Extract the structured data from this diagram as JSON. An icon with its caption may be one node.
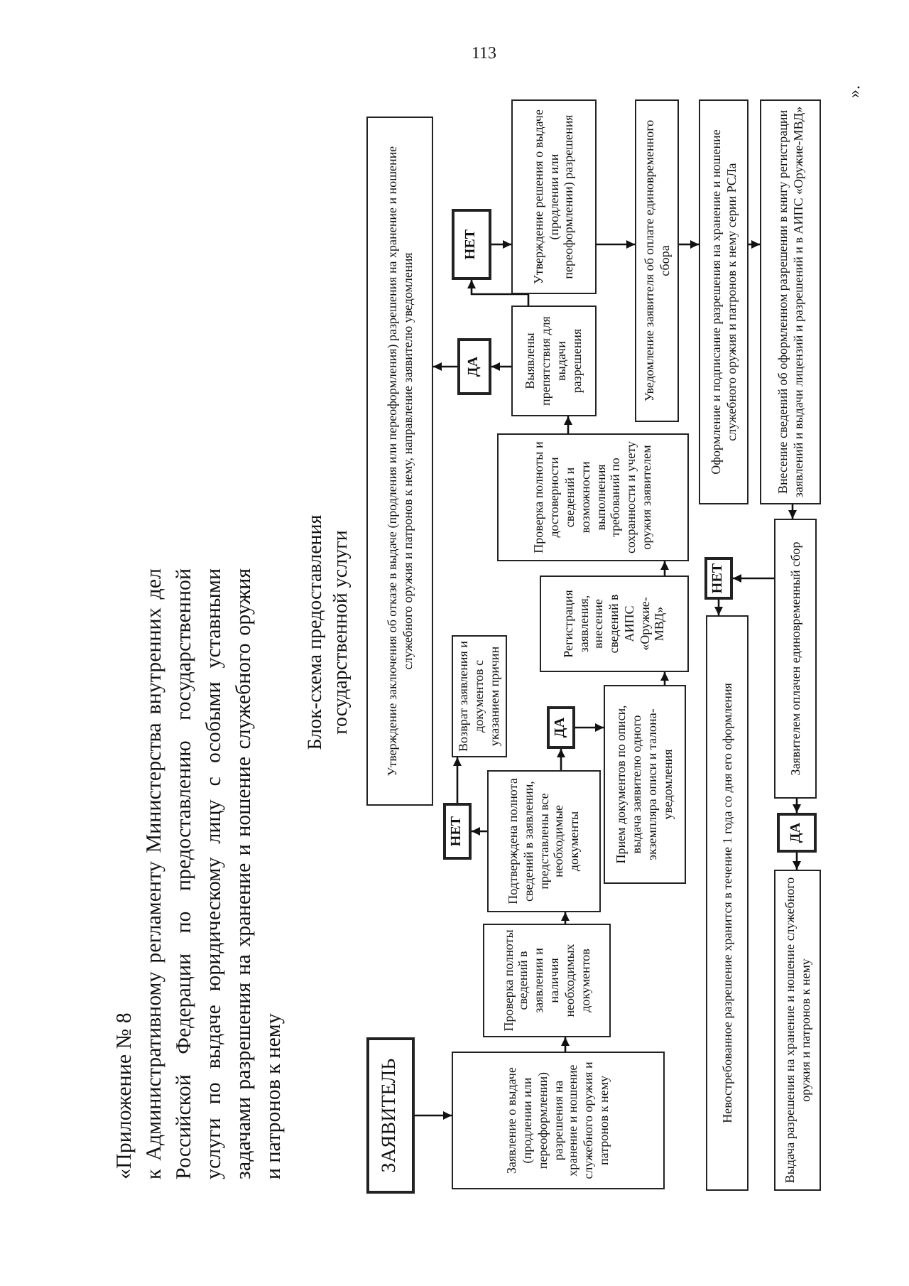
{
  "diagram": {
    "title": "Блок-схема предоставления государственной услуги",
    "nodes": [
      {
        "text": [
          "ЗАЯВИТЕЛЬ"
        ]
      },
      {
        "text": [
          "Заявление о выдаче (продлении или переоформлении) разрешения на хранение и ношение служебного оружия и патронов к нему"
        ]
      },
      {
        "text": [
          "Проверка полноты сведений в заявлении и наличия необходимых документов"
        ]
      },
      {
        "text": [
          "Подтверждена полнота сведений в заявлении, представлены все необходимые документы"
        ]
      },
      {
        "text": [
          "НЕТ"
        ]
      },
      {
        "text": [
          "Возврат заявления и документов с указанием причин"
        ]
      },
      {
        "text": [
          "ДА"
        ]
      },
      {
        "text": [
          "Прием документов по описи, выдача заявителю одного экземпляра описи и талона-уведомления"
        ]
      },
      {
        "text": [
          "Регистрация заявления, внесение сведений в АИПС «Оружие-МВД»"
        ]
      },
      {
        "text": [
          "Проверка полноты и достоверности сведений и возможности выполнения требований по сохранности и учету оружия заявителем"
        ]
      },
      {
        "text": [
          "Выявлены препятствия для выдачи разрешения"
        ]
      },
      {
        "text": [
          "ДА"
        ]
      },
      {
        "text": [
          "НЕТ"
        ]
      },
      {
        "text": [
          "Утверждение заключения об отказе в выдаче (продления или переоформления) разрешения на хранение и ношение служебного оружия и патронов к нему, направление заявителю уведомления"
        ]
      },
      {
        "text": [
          "Утверждение решения о выдаче (продлении или переоформлении) разрешения"
        ]
      },
      {
        "text": [
          "Уведомление заявителя об оплате единовременного сбора"
        ]
      },
      {
        "text": [
          "Оформление и подписание разрешения на хранение и ношение служебного оружия и патронов к нему серии РСЛа"
        ]
      },
      {
        "text": [
          "Внесение сведений об оформленном разрешении в книгу регистрации заявлений и выдачи лицензий и разрешений и в АИПС «Оружие-МВД»"
        ]
      },
      {
        "text": [
          "Заявителем оплачен единовременный сбор"
        ]
      },
      {
        "text": [
          "НЕТ"
        ]
      },
      {
        "text": [
          "Невостребованное разрешение хранится в течение 1 года со дня его оформления"
        ]
      },
      {
        "text": [
          "ДА"
        ]
      },
      {
        "text": [
          "Выдача разрешения на хранение и ношение служебного оружия и патронов к нему"
        ]
      }
    ],
    "edges": [
      {
        "from": 0,
        "to": 1,
        "arrow": "to"
      },
      {
        "from": 1,
        "to": 2,
        "arrow": "to"
      },
      {
        "from": 2,
        "to": 3,
        "arrow": "to"
      },
      {
        "from": 3,
        "to": 4,
        "arrow": "to"
      },
      {
        "from": 4,
        "to": 5,
        "arrow": "to"
      },
      {
        "from": 3,
        "to": 6,
        "arrow": "to"
      },
      {
        "from": 6,
        "to": 7,
        "arrow": "to"
      },
      {
        "from": 7,
        "to": 8,
        "arrow": "to"
      },
      {
        "from": 8,
        "to": 9,
        "arrow": "to"
      },
      {
        "from": 9,
        "to": 10,
        "arrow": "to"
      },
      {
        "from": 10,
        "to": 11,
        "arrow": "to"
      },
      {
        "from": 11,
        "to": 13,
        "arrow": "to"
      },
      {
        "from": 10,
        "to": 12,
        "arrow": "to"
      },
      {
        "from": 12,
        "to": 14,
        "arrow": "to"
      },
      {
        "from": 14,
        "to": 15,
        "arrow": "to"
      },
      {
        "from": 15,
        "to": 16,
        "arrow": "to"
      },
      {
        "from": 16,
        "to": 17,
        "arrow": "to"
      },
      {
        "from": 17,
        "to": 18,
        "arrow": "to"
      },
      {
        "from": 18,
        "to": 19,
        "arrow": "to"
      },
      {
        "from": 19,
        "to": 20,
        "arrow": "to"
      },
      {
        "from": 18,
        "to": 21,
        "arrow": "to"
      },
      {
        "from": 21,
        "to": 22,
        "arrow": "to"
      }
    ],
    "labels": [
      "113",
      "«Приложение № 8",
      "к Административному регламенту Министерства внутренних дел Российской Федерации по предоставлению государственной услуги по выдаче юридическому лицу с особыми уставными задачами разрешения на хранение и ношение служебного оружия и патронов к нему",
      "»."
    ]
  }
}
